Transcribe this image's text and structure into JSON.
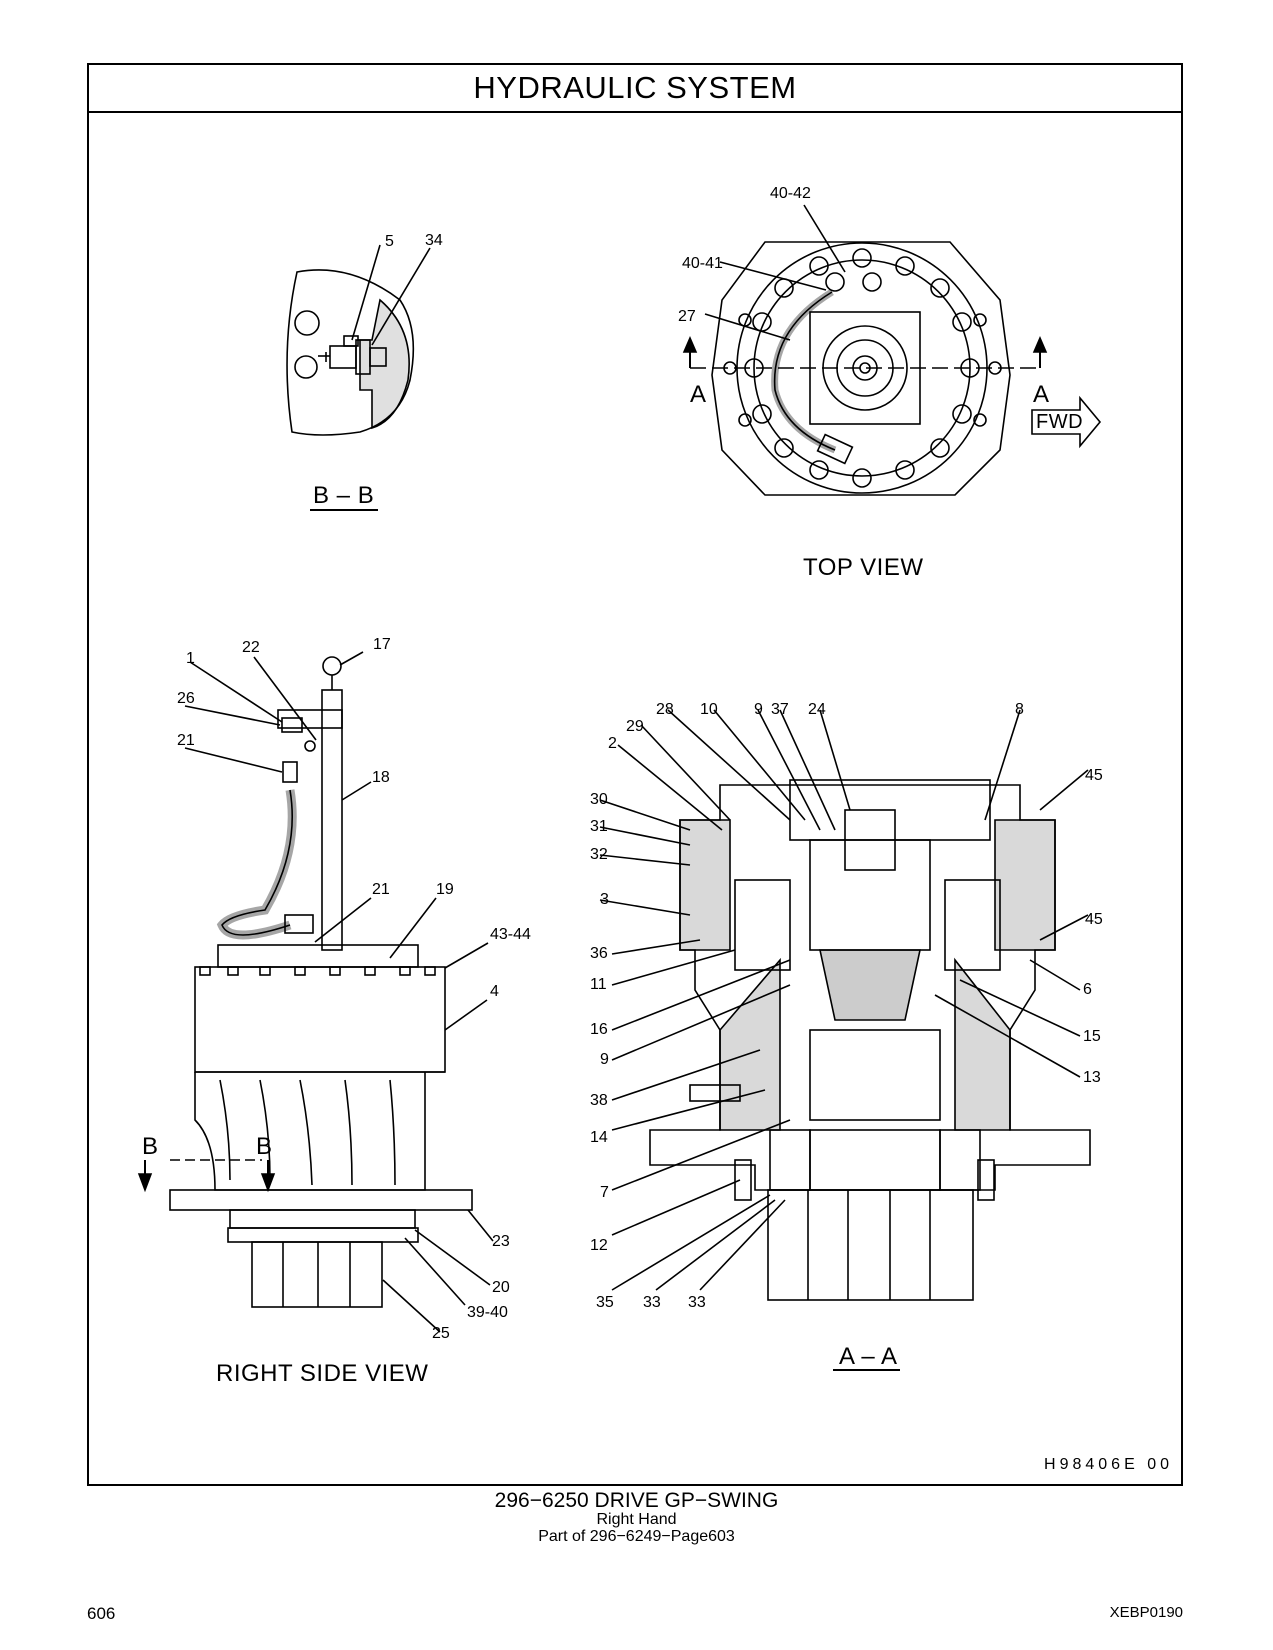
{
  "title": "HYDRAULIC  SYSTEM",
  "views": {
    "bb": "B – B",
    "top": "TOP  VIEW",
    "right_side": "RIGHT  SIDE  VIEW",
    "aa": "A – A"
  },
  "section_markers": {
    "a": "A",
    "b": "B",
    "fwd": "FWD"
  },
  "labels": {
    "bb": [
      "5",
      "34"
    ],
    "top": [
      "40-42",
      "40-41",
      "27"
    ],
    "right": [
      "1",
      "22",
      "17",
      "26",
      "21",
      "18",
      "21",
      "19",
      "43-44",
      "4",
      "23",
      "20",
      "39-40",
      "25"
    ],
    "aa": [
      "28",
      "10",
      "9",
      "37",
      "24",
      "8",
      "29",
      "2",
      "45",
      "30",
      "31",
      "32",
      "3",
      "45",
      "36",
      "11",
      "6",
      "16",
      "15",
      "9",
      "13",
      "38",
      "14",
      "7",
      "12",
      "35",
      "33",
      "33"
    ]
  },
  "drawing_number": "H98406E    00",
  "footer": {
    "part_title": "296−6250  DRIVE  GP−SWING",
    "hand": "Right  Hand",
    "part_of": "Part of 296−6249−Page603"
  },
  "page_number": "606",
  "doc_id": "XEBP0190"
}
